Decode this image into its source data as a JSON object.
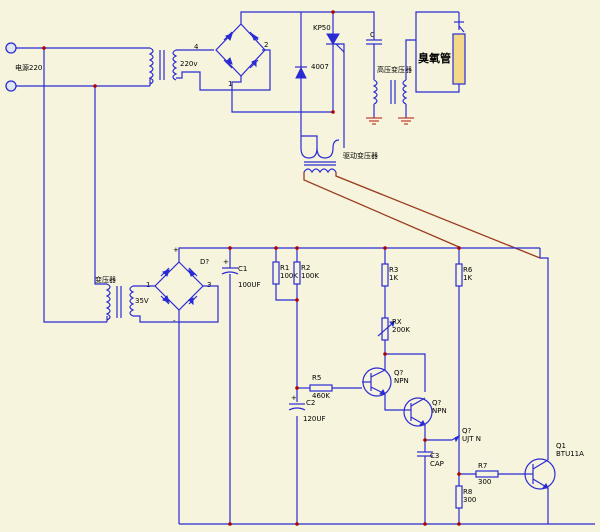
{
  "mains": {
    "label": "电源220"
  },
  "top_transformer": {
    "primary_pin": "4",
    "secondary_label": "220v"
  },
  "bridge_top": {
    "pin_right": "2",
    "pin_left": "1"
  },
  "scr": {
    "label": "KP50"
  },
  "diode": {
    "label": "4007"
  },
  "cap_c": {
    "label": "C"
  },
  "hv_transformer": {
    "label": "高压变压器"
  },
  "ozone_tube": {
    "label": "臭氧管"
  },
  "trigger_transformer": {
    "label": "驱动变压器"
  },
  "low_transformer": {
    "label": "变压器",
    "voltage": "35V",
    "pin1": "1",
    "pin3": "3"
  },
  "bridge_bottom": {
    "label": "D?",
    "plus": "+",
    "minus": "-"
  },
  "c1": {
    "name": "C1",
    "value": "100UF"
  },
  "r1": {
    "name": "R1",
    "value": "100K"
  },
  "r2": {
    "name": "R2",
    "value": "100K"
  },
  "r3": {
    "name": "R3",
    "value": "1K"
  },
  "r6": {
    "name": "R6",
    "value": "1K"
  },
  "rx": {
    "name": "RX",
    "value": "200K"
  },
  "r5": {
    "name": "R5",
    "value": "460K"
  },
  "c2": {
    "name": "C2",
    "value": "120UF"
  },
  "q_npn1": {
    "name": "Q?",
    "type": "NPN"
  },
  "q_npn2": {
    "name": "Q?",
    "type": "NPN"
  },
  "q_ujt": {
    "name": "Q?",
    "type": "UJT N"
  },
  "c3": {
    "name": "C3",
    "value": "CAP"
  },
  "r7": {
    "name": "R7",
    "value": "300"
  },
  "r8": {
    "name": "R8",
    "value": "300"
  },
  "q1": {
    "name": "Q1",
    "type": "BTU11A"
  }
}
